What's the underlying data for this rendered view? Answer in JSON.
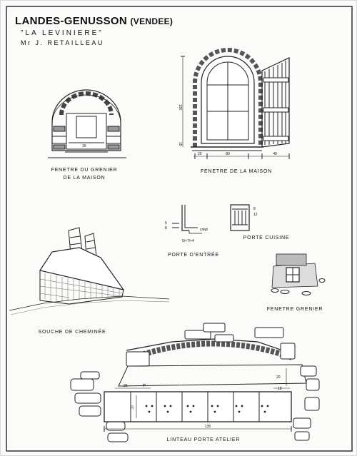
{
  "header": {
    "title": "LANDES-GENUSSON",
    "title_suffix": "(VENDEE)",
    "subtitle": "\"LA LEVINIERE\"",
    "owner": "Mr J. RETAILLEAU"
  },
  "captions": {
    "attic_window": [
      "FENETRE DU GRENIER",
      "DE LA MAISON"
    ],
    "house_window": "FENETRE DE LA MAISON",
    "entry_door": "PORTE D'ENTRÉE",
    "kitchen_door": "PORTE CUISINE",
    "attic_window_small": "FENETRE GRENIER",
    "chimney": "SOUCHE DE CHEMINÉE",
    "workshop_lintel": "LINTEAU PORTE ATELIER"
  },
  "dimensions": {
    "attic_width": "35",
    "house_height": "130",
    "house_sill": "15",
    "house_left": "20",
    "house_width": "80",
    "house_shutter": "40",
    "entry_d1": "5",
    "entry_d2": "8",
    "entry_step": "5/+7/+4",
    "entry_note": "crépi",
    "kitchen_d1": "8",
    "kitchen_d2": "12",
    "lintel_left": "25",
    "lintel_top": "11",
    "lintel_h": "20",
    "lintel_right": "18",
    "lintel_height": "37",
    "lintel_width": "135"
  }
}
